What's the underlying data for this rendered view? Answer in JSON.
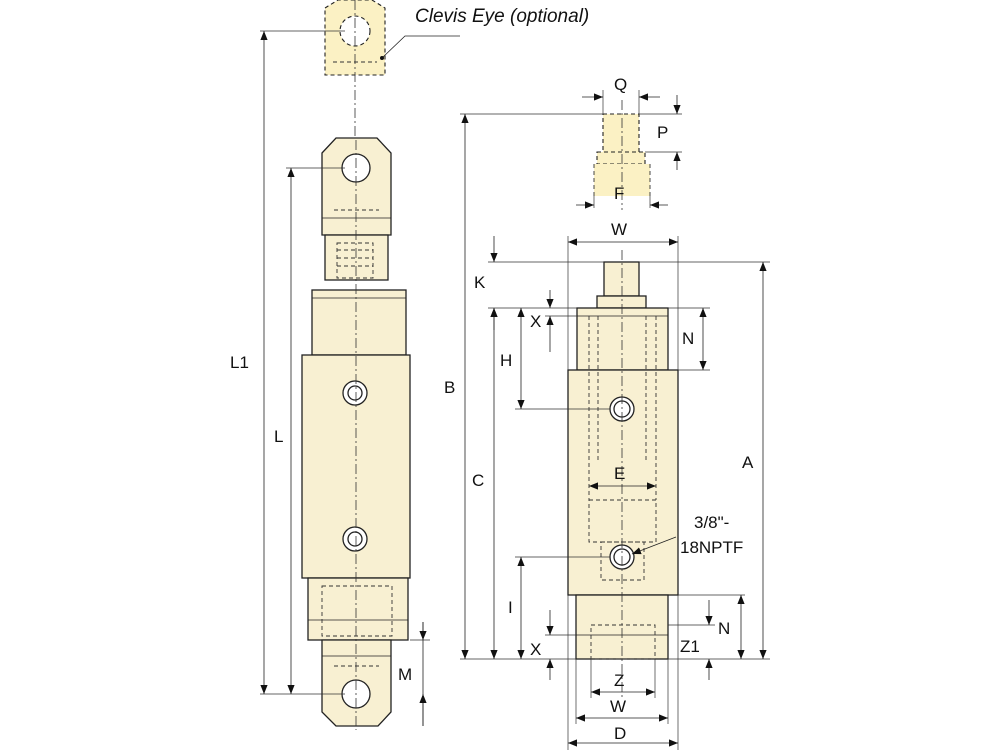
{
  "labels": {
    "clevis_eye": "Clevis Eye (optional)",
    "L1": "L1",
    "L": "L",
    "M": "M",
    "B": "B",
    "K": "K",
    "X_top": "X",
    "H": "H",
    "C": "C",
    "N_top": "N",
    "A": "A",
    "E": "E",
    "I": "I",
    "X_bottom": "X",
    "N_bottom": "N",
    "Z1": "Z1",
    "Z": "Z",
    "W_bottom": "W",
    "D": "D",
    "W_top": "W",
    "Q": "Q",
    "P": "P",
    "F": "F",
    "port_line1": "3/8\"-",
    "port_line2": "18NPTF"
  },
  "colors": {
    "body_fill": "#f8f0d2",
    "optional_fill": "#fbf1c4",
    "line": "#222222"
  }
}
